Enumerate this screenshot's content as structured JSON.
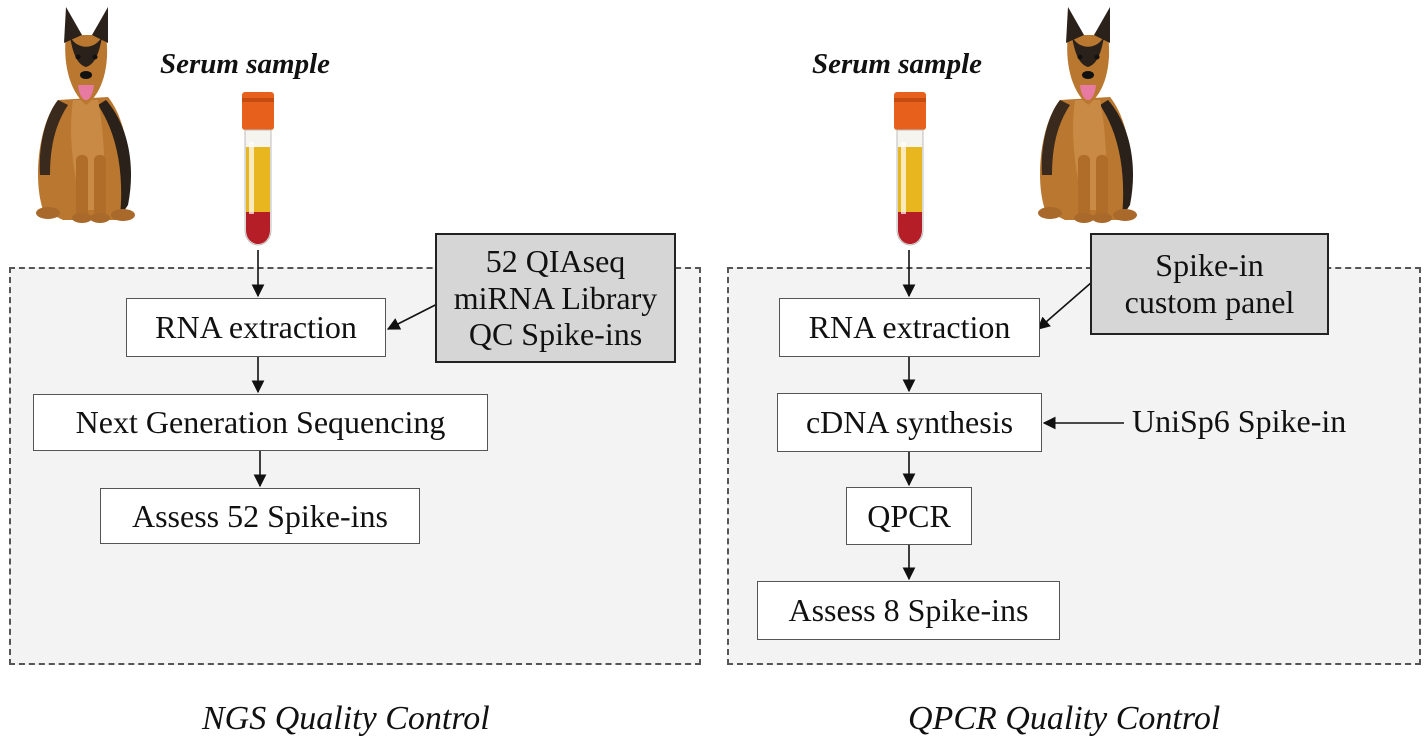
{
  "colors": {
    "panel_fill": "#f3f3f3",
    "grey_box_fill": "#d6d6d6",
    "tube_cap": "#e8611c",
    "serum": "#e8b71f",
    "blood": "#b51d27",
    "dog_tan": "#b9772f",
    "dog_dark": "#2a211a"
  },
  "left": {
    "sample_label": "Serum sample",
    "steps": [
      "RNA extraction",
      "Next Generation Sequencing",
      "Assess 52 Spike-ins"
    ],
    "spike_box": [
      "52 QIAseq",
      "miRNA Library",
      "QC Spike-ins"
    ],
    "caption": "NGS Quality Control"
  },
  "right": {
    "sample_label": "Serum sample",
    "steps": [
      "RNA extraction",
      "cDNA synthesis",
      "QPCR",
      "Assess 8 Spike-ins"
    ],
    "spike_box": [
      "Spike-in",
      "custom panel"
    ],
    "side_input": "UniSp6 Spike-in",
    "caption": "QPCR Quality Control"
  },
  "icons": [
    "dog-icon",
    "blood-tube-icon"
  ]
}
